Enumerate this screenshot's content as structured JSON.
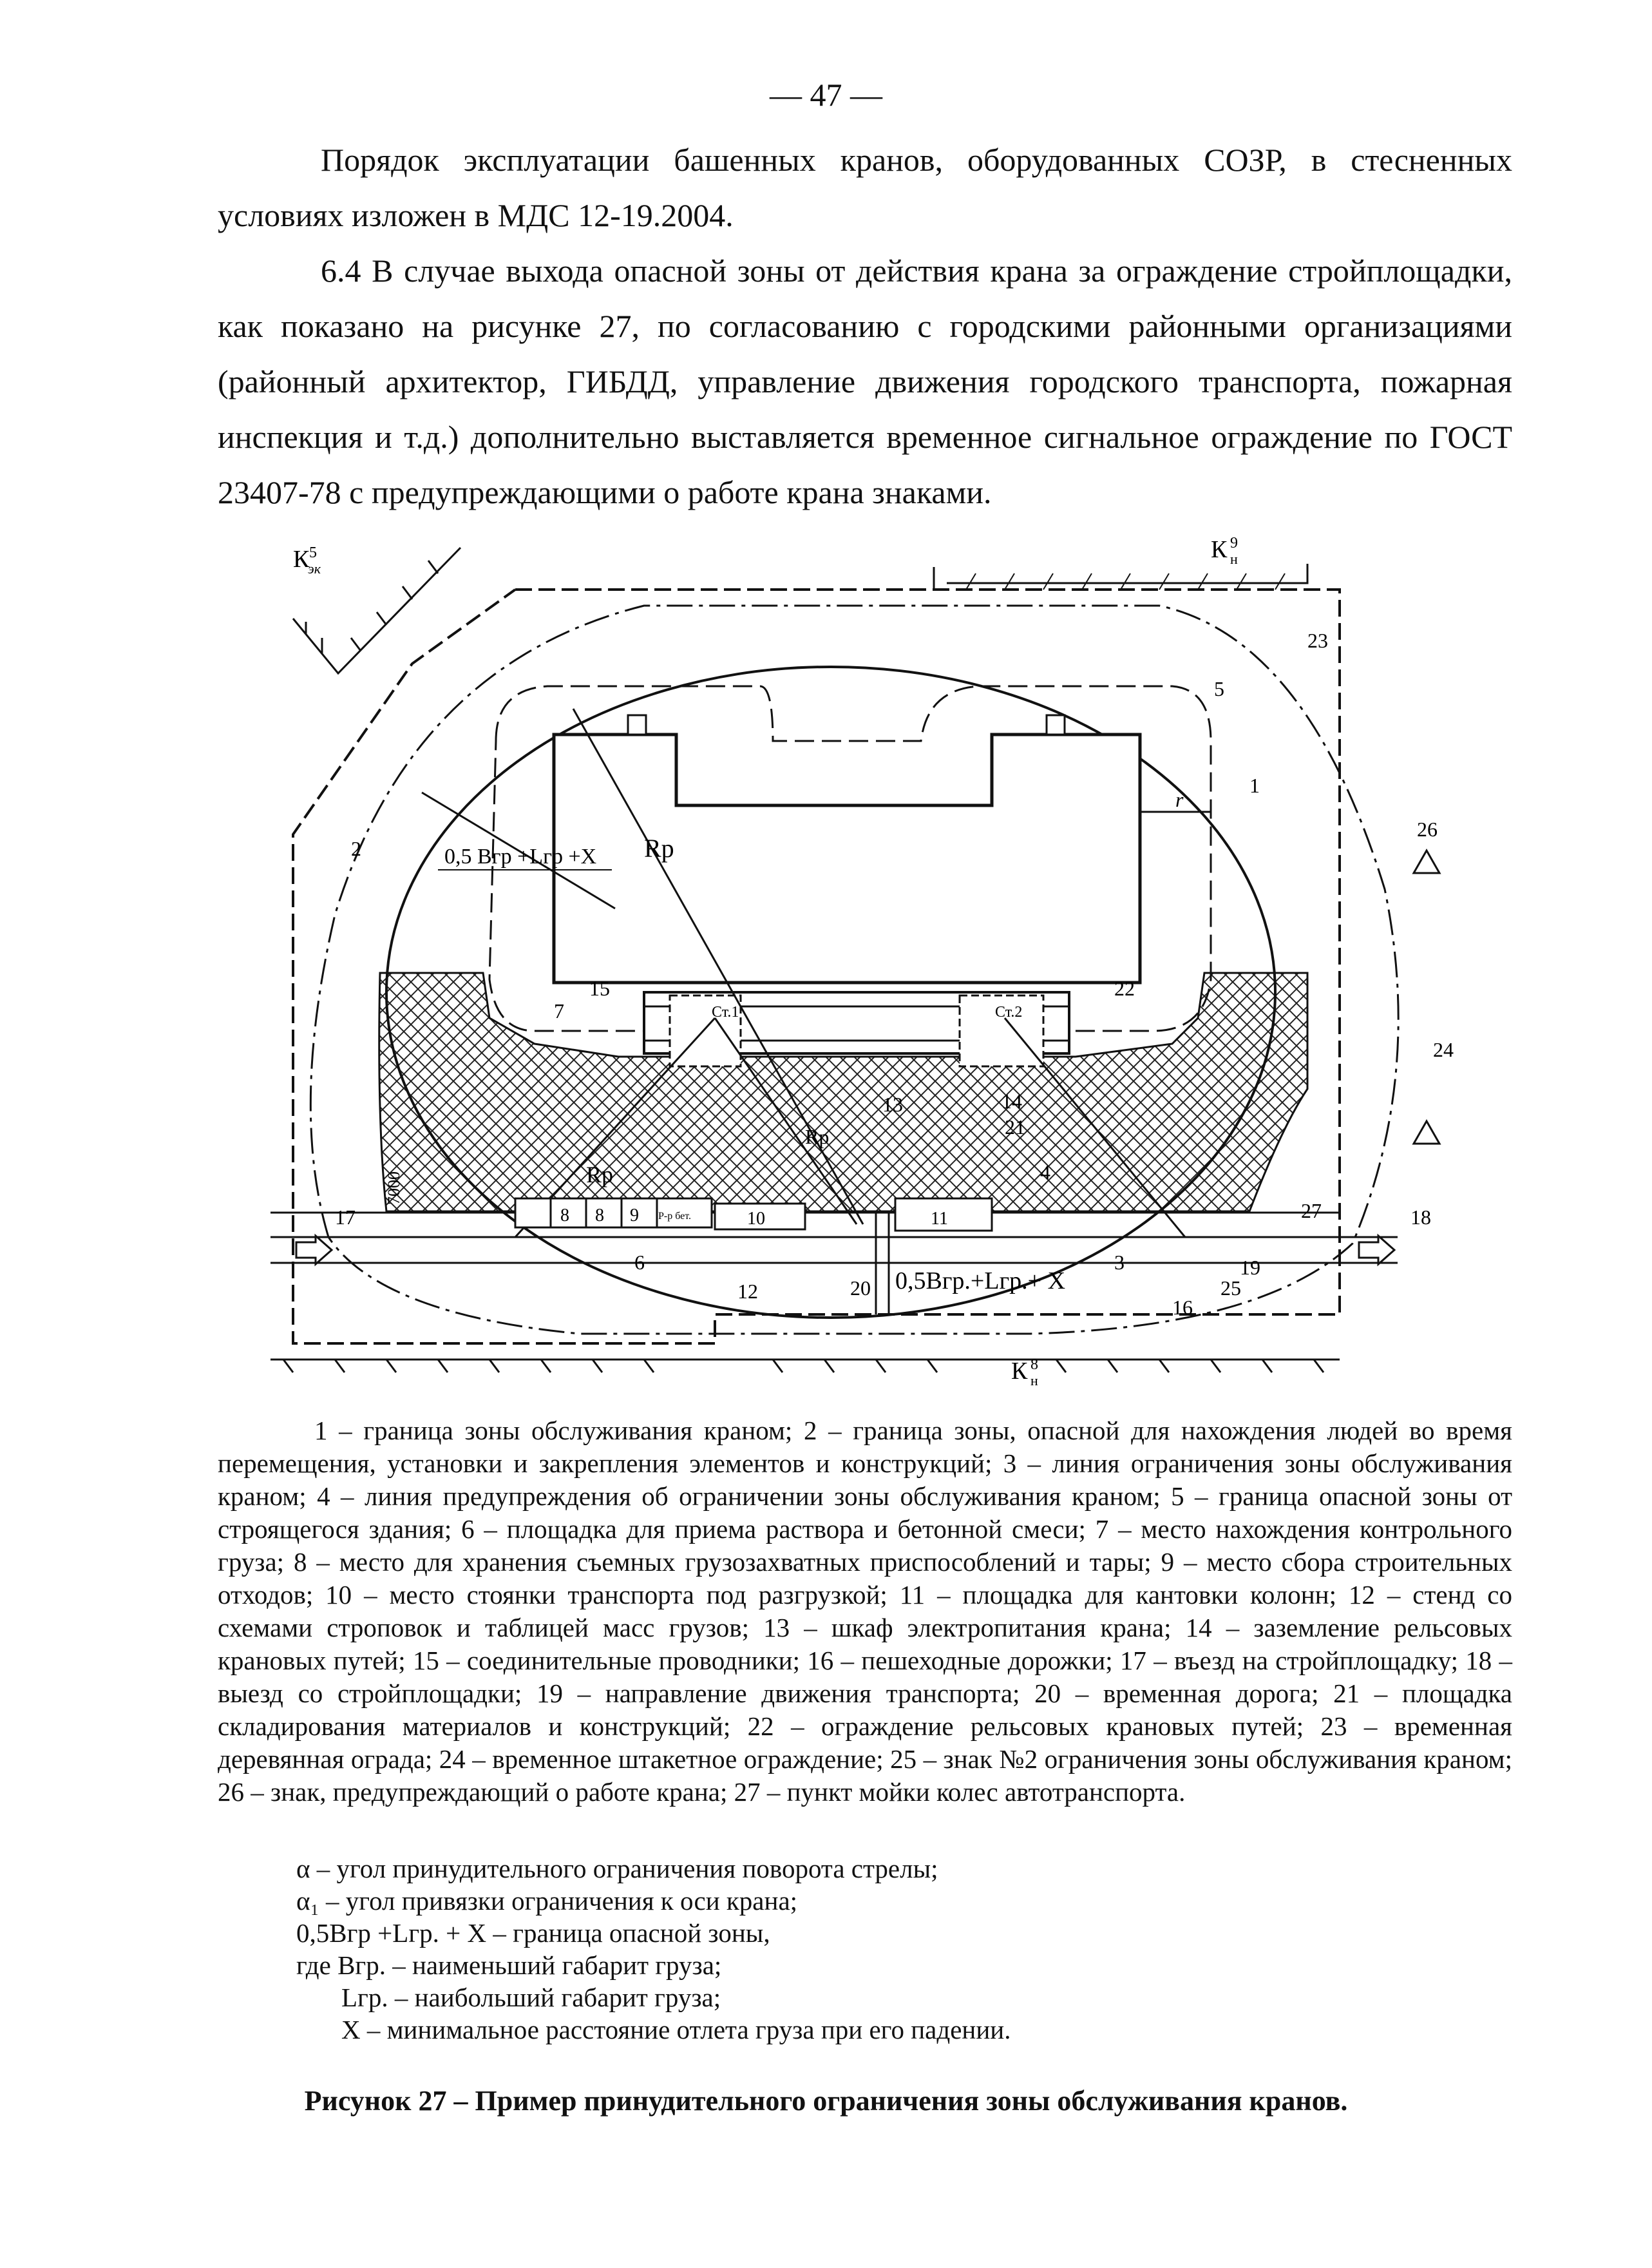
{
  "page_number": "— 47 —",
  "paragraphs": {
    "p1": "Порядок эксплуатации башенных кранов, оборудованных СОЗР, в стесненных условиях изложен в МДС 12-19.2004.",
    "p2": "6.4 В случае выхода опасной зоны от действия крана за ограждение стройплощадки, как показано на рисунке 27, по согласованию с городскими районными организациями (районный архитектор, ГИБДД, управление движения городского транспорта, пожарная инспекция и т.д.) дополнительно выставляется временное сигнальное ограждение по ГОСТ 23407-78 с предупреждающими о работе крана знаками."
  },
  "figure": {
    "k_left": "К",
    "k_left_num": "5",
    "k_left_den": "эк",
    "k_top": "К",
    "k_top_num": "9",
    "k_top_den": "н",
    "k_bottom": "К",
    "k_bottom_num": "8",
    "k_bottom_den": "н",
    "rp_label": "Rp",
    "rp_label2": "Rp",
    "rp_label3": "Rp",
    "formula_upper": "0,5 Вгр +Lгр +Х",
    "formula_lower": "0,5Вгр.+Lгр.+ Х",
    "r_label": "r",
    "crane1": "Ст.1",
    "crane2": "Ст.2",
    "dim_7000": "7000",
    "waste_label": "Р-р бет.",
    "num": {
      "n1": "1",
      "n2": "2",
      "n3": "3",
      "n4": "4",
      "n5": "5",
      "n6": "6",
      "n7": "7",
      "n8a": "8",
      "n8b": "8",
      "n9": "9",
      "n10": "10",
      "n11": "11",
      "n12": "12",
      "n13": "13",
      "n14": "14",
      "n15": "15",
      "n16": "16",
      "n17": "17",
      "n18": "18",
      "n19": "19",
      "n20": "20",
      "n21": "21",
      "n22": "22",
      "n23": "23",
      "n24": "24",
      "n25": "25",
      "n26": "26",
      "n27": "27"
    }
  },
  "legend": "1 – граница зоны обслуживания краном; 2 – граница зоны, опасной для нахождения людей во время перемещения, установки и закрепления элементов и конструкций; 3 – линия ограничения зоны обслуживания краном; 4 – линия предупреждения об ограничении зоны обслуживания краном; 5 – граница опасной зоны от строящегося здания; 6 – площадка для приема раствора и бетонной смеси; 7 – место нахождения контрольного груза; 8 – место для хранения съемных грузозахватных приспособлений и тары; 9 – место сбора строительных отходов; 10 – место стоянки транспорта под разгрузкой; 11 – площадка для кантовки колонн; 12 – стенд со схемами строповок и таблицей масс грузов; 13 – шкаф электропитания крана; 14 – заземление рельсовых крановых путей; 15 – соединительные проводники; 16 – пешеходные дорожки; 17 – въезд на стройплощадку; 18 – выезд со стройплощадки; 19 – направление движения транспорта; 20 – временная дорога; 21 – площадка складирования материалов и конструкций; 22 – ограждение рельсовых крановых путей; 23 – временная деревянная ограда; 24 – временное штакетное ограждение; 25 – знак №2 ограничения зоны обслуживания краном; 26 – знак, предупреждающий о работе крана; 27 – пункт мойки колес автотранспорта.",
  "notes": {
    "alpha": "α – угол принудительного ограничения поворота стрелы;",
    "alpha1": "α₁ – угол привязки ограничения к оси крана;",
    "formula": "0,5Вгр +Lгр. + Х – граница опасной зоны,",
    "where": "где Вгр. – наименьший габарит груза;",
    "lgr": "Lгр. – наибольший габарит груза;",
    "x": "Х – минимальное расстояние отлета груза при его падении."
  },
  "caption": "Рисунок 27 – Пример принудительного ограничения зоны обслуживания кранов."
}
